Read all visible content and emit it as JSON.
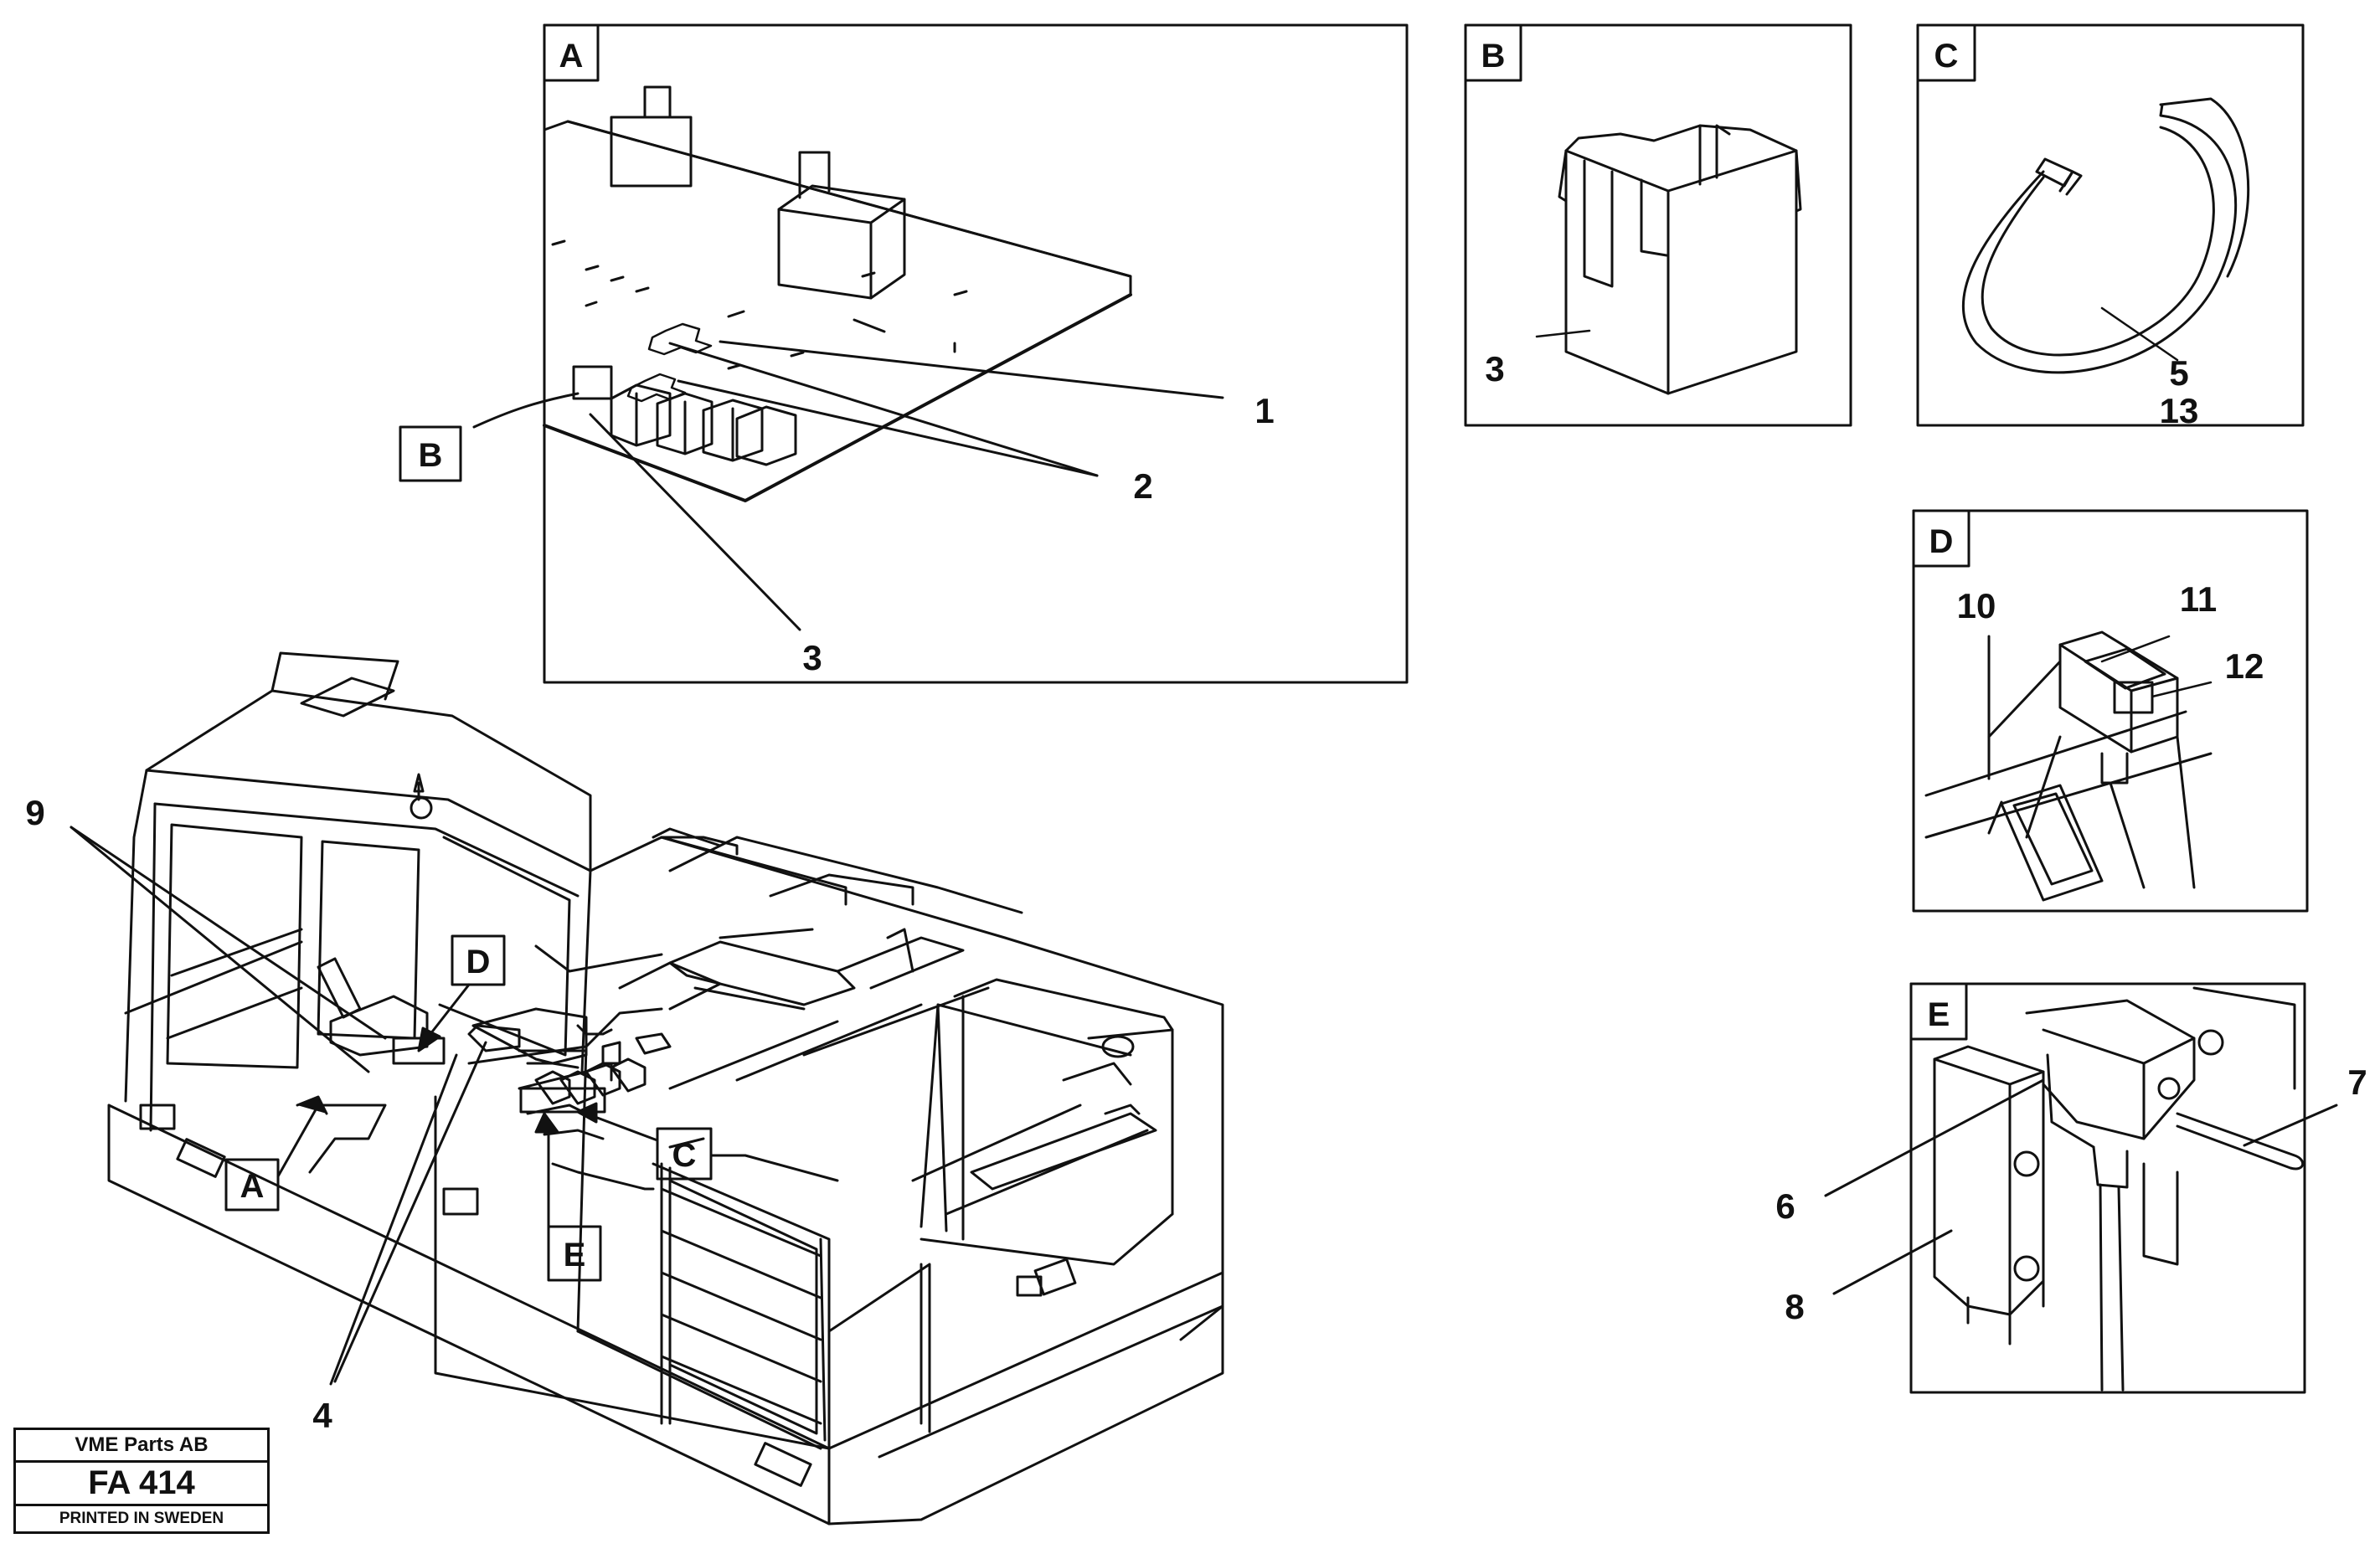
{
  "panels": {
    "A": {
      "tag": "A"
    },
    "B": {
      "tag": "B",
      "callouts": [
        "3"
      ]
    },
    "C": {
      "tag": "C",
      "callouts": [
        "5",
        "13"
      ]
    },
    "D": {
      "tag": "D",
      "callouts": [
        "10",
        "11",
        "12"
      ]
    },
    "E": {
      "tag": "E"
    }
  },
  "detailA_callouts": {
    "one": "1",
    "two": "2",
    "three": "3",
    "ref_b": "B"
  },
  "detailE_callouts": {
    "six": "6",
    "seven": "7",
    "eight": "8"
  },
  "main_callouts": {
    "nine": "9",
    "four": "4",
    "ref_a": "A",
    "ref_c": "C",
    "ref_d": "D",
    "ref_e": "E"
  },
  "stamp": {
    "company": "VME Parts AB",
    "code": "FA 414",
    "printed": "PRINTED IN SWEDEN"
  }
}
